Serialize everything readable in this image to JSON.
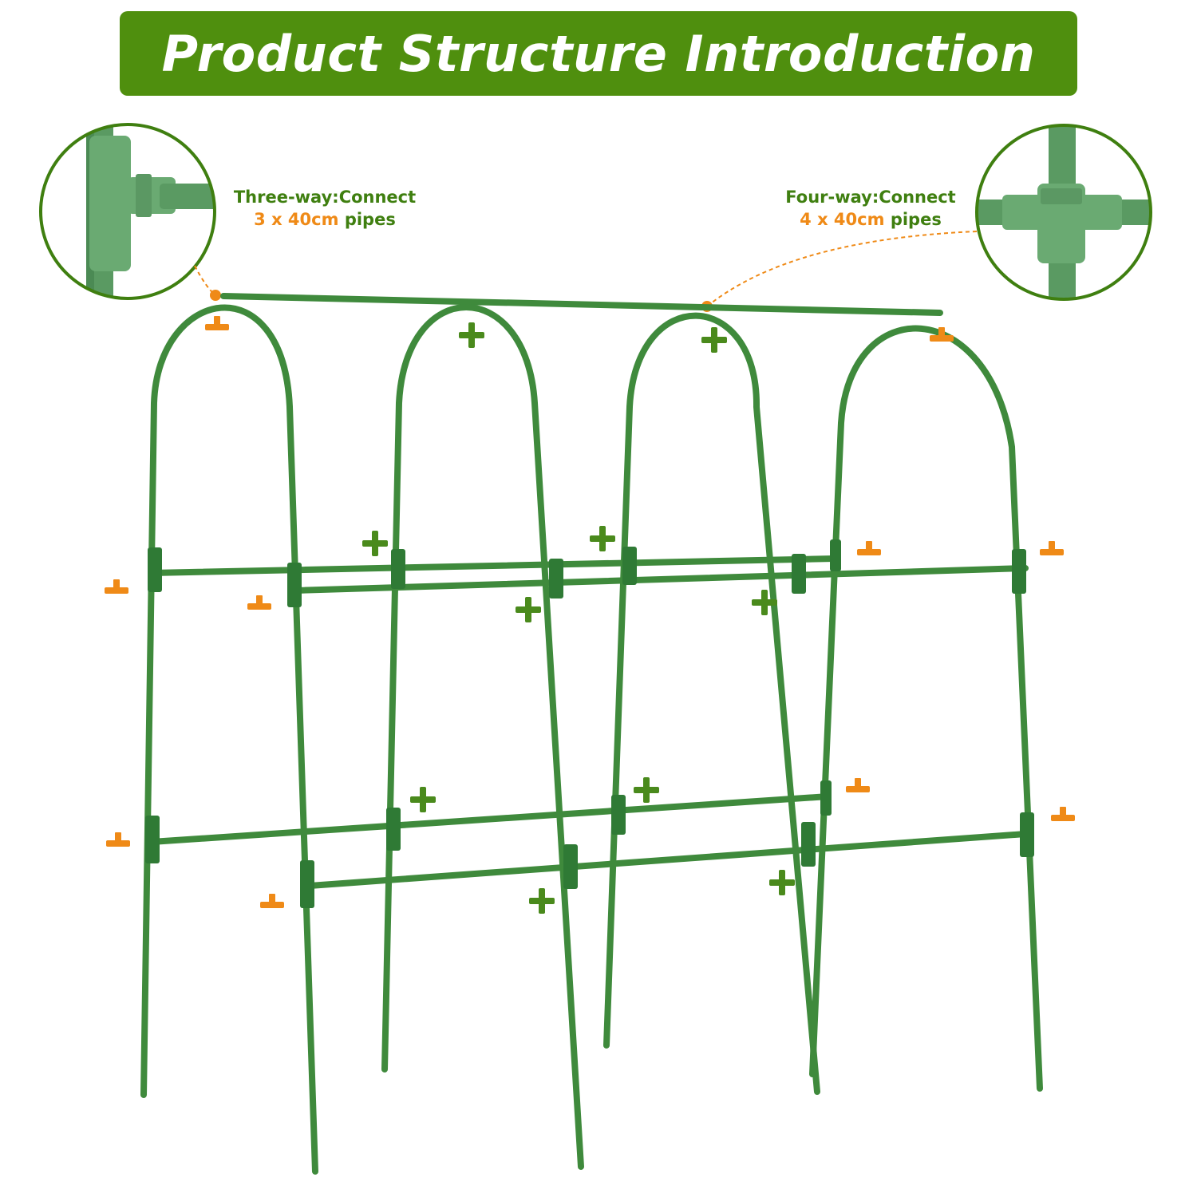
{
  "title": "Product Structure Introduction",
  "callouts": {
    "three_way": {
      "name": "Three-way",
      "separator": ":",
      "action": "Connect",
      "spec": "3 x 40cm",
      "suffix": "pipes"
    },
    "four_way": {
      "name": "Four-way",
      "separator": ":",
      "action": "Connect",
      "spec": "4 x 40cm",
      "suffix": "pipes"
    }
  },
  "colors": {
    "banner": "#4f8f0e",
    "pipe": "#3f8a3c",
    "connector": "#2f7a35",
    "label_green": "#3f7f10",
    "label_orange": "#ef8a17",
    "marker_three_way": "#ef8a17",
    "marker_four_way": "#4a8a1c"
  },
  "icons": {
    "three_way_marker": "t-connector-icon",
    "four_way_marker": "cross-connector-icon"
  }
}
